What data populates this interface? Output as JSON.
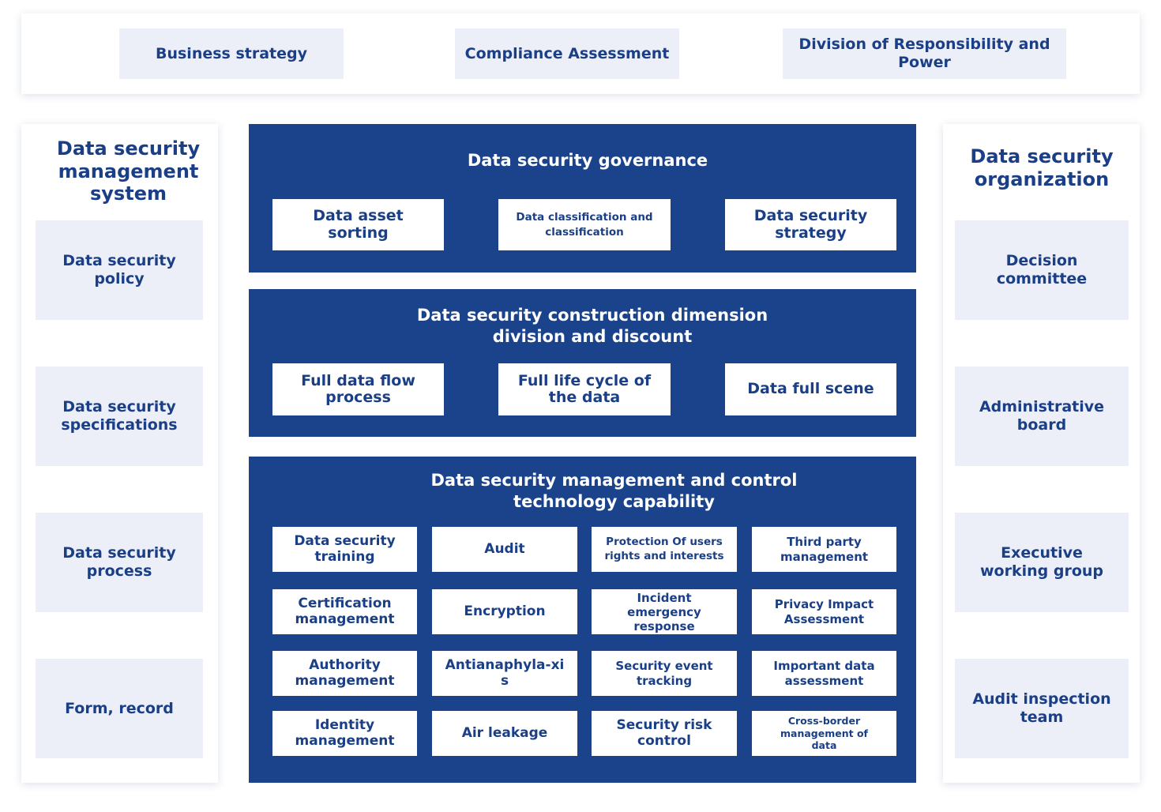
{
  "top_bar": {
    "items": [
      "Business strategy",
      "Compliance Assessment",
      "Division of Responsibility and Power"
    ]
  },
  "left_panel": {
    "title": "Data security management system",
    "items": [
      "Data security policy",
      "Data security specifications",
      "Data security process",
      "Form, record"
    ]
  },
  "right_panel": {
    "title": "Data security organization",
    "items": [
      "Decision committee",
      "Administrative board",
      "Executive working group",
      "Audit inspection team"
    ]
  },
  "governance": {
    "title": "Data security governance",
    "items": [
      "Data asset sorting",
      "Data classification and classification",
      "Data security strategy"
    ]
  },
  "construction": {
    "title": "Data security construction dimension division and discount",
    "items": [
      "Full data flow process",
      "Full life cycle of the data",
      "Data full scene"
    ]
  },
  "capability": {
    "title": "Data security management and control technology capability",
    "items": [
      "Data security training",
      "Audit",
      "Protection Of users rights and interests",
      "Third party management",
      "Certification management",
      "Encryption",
      "Incident emergency response",
      "Privacy Impact Assessment",
      "Authority management",
      "Antianaphyla-xis",
      "Security event tracking",
      "Important data assessment",
      "Identity management",
      "Air leakage",
      "Security risk control",
      "Cross-border management of data"
    ]
  }
}
